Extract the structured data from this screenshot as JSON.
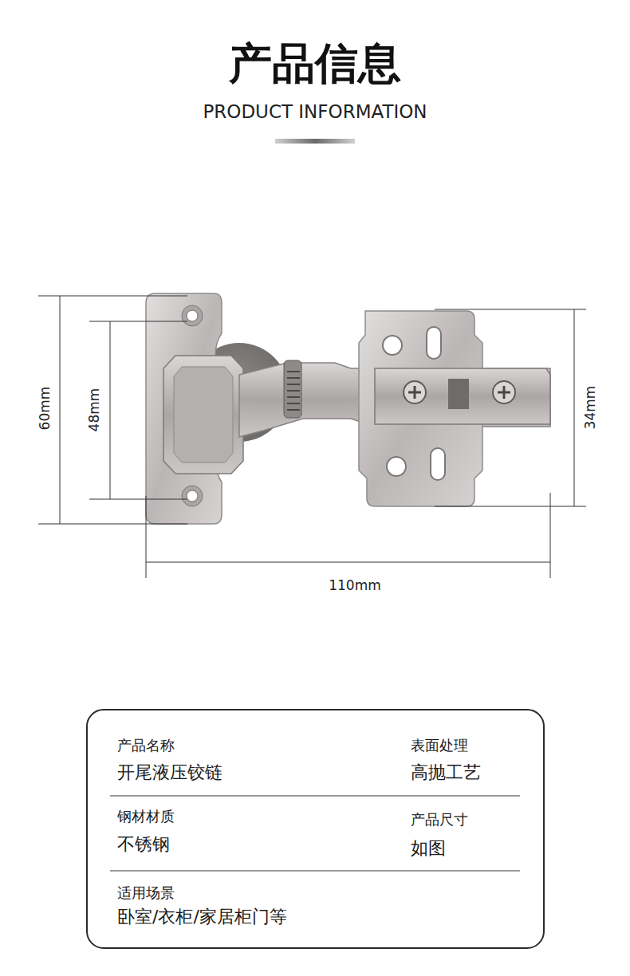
{
  "diagram": {
    "title": "产品信息",
    "nodes": [
      {
        "text": [
          "产品名称",
          "开尾液压铰链",
          "表面处理",
          "高抛工艺",
          "钢材材质",
          "不锈钢",
          "产品尺寸",
          "如图",
          "适用场景",
          "卧室/衣柜/家居柜门等"
        ]
      }
    ],
    "labels": [
      "PRODUCT INFORMATION",
      "60mm",
      "48mm",
      "34mm",
      "110mm"
    ]
  }
}
